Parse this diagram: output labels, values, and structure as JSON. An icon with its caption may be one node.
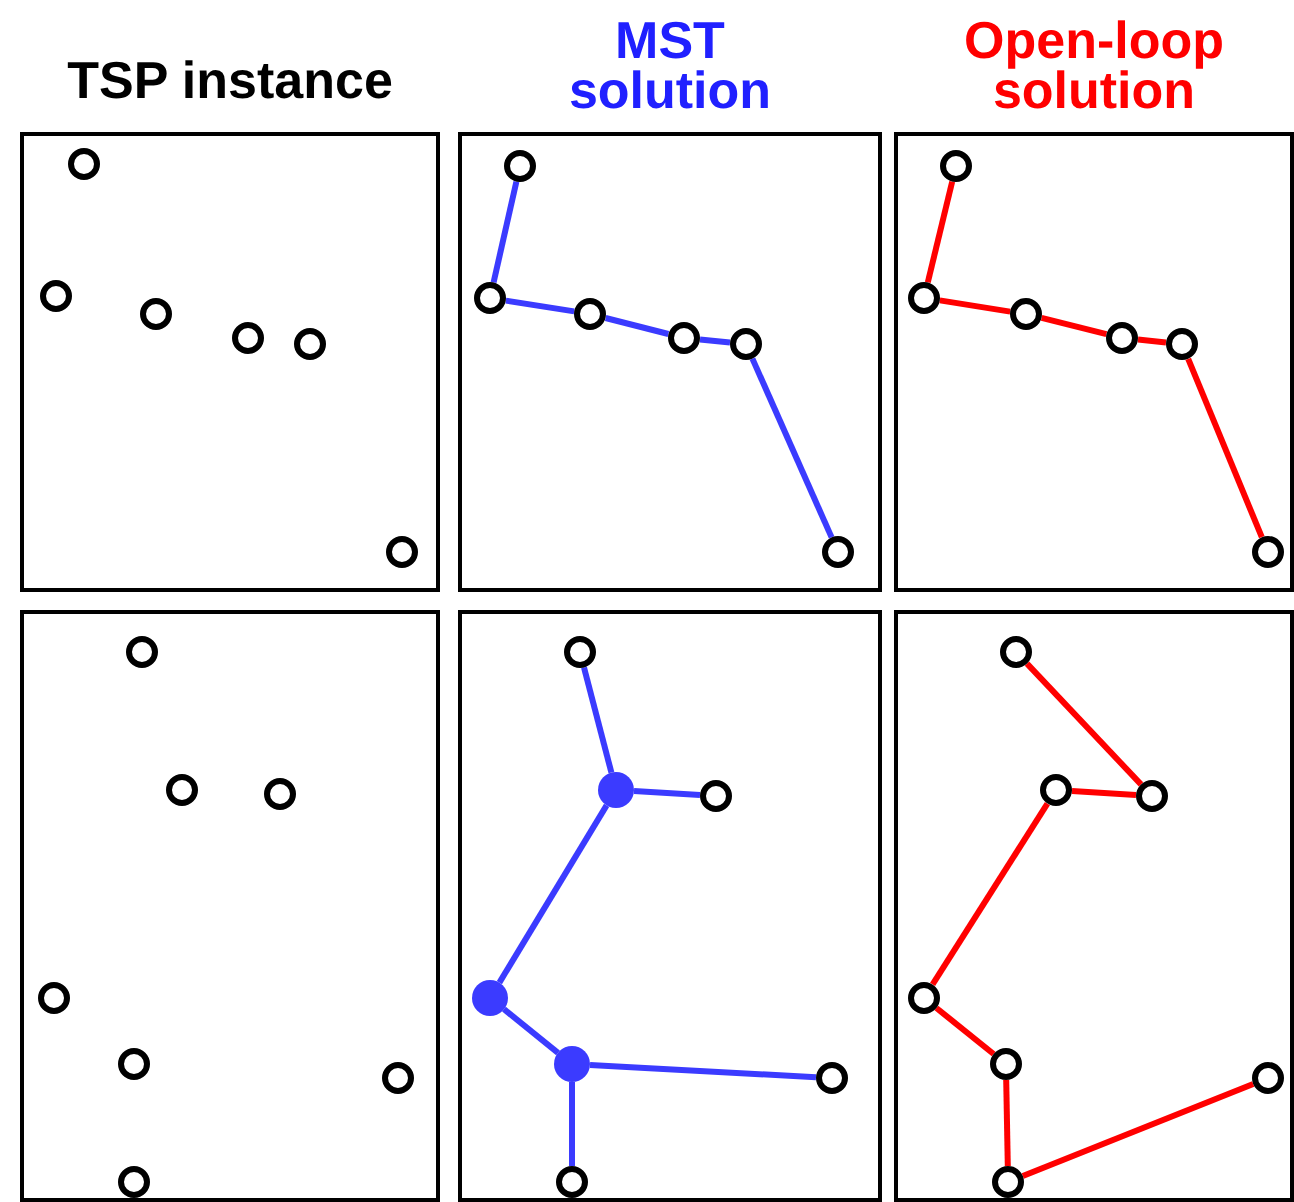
{
  "diagram": {
    "nodes": [
      {
        "text": [],
        "shape": "box"
      },
      {
        "text": [],
        "shape": "circle",
        "in": 0
      },
      {
        "text": [],
        "shape": "circle",
        "in": 0
      },
      {
        "text": [],
        "shape": "circle",
        "in": 0
      },
      {
        "text": [],
        "shape": "circle",
        "in": 0
      },
      {
        "text": [],
        "shape": "circle",
        "in": 0
      },
      {
        "text": [],
        "shape": "circle",
        "in": 0
      },
      {
        "text": [],
        "shape": "box"
      },
      {
        "text": [],
        "shape": "circle",
        "in": 7
      },
      {
        "text": [],
        "shape": "circle",
        "in": 7
      },
      {
        "text": [],
        "shape": "circle",
        "in": 7
      },
      {
        "text": [],
        "shape": "circle",
        "in": 7
      },
      {
        "text": [],
        "shape": "circle",
        "in": 7
      },
      {
        "text": [],
        "shape": "circle",
        "in": 7
      },
      {
        "text": [],
        "shape": "box"
      },
      {
        "text": [],
        "shape": "circle",
        "in": 14
      },
      {
        "text": [],
        "shape": "circle",
        "in": 14
      },
      {
        "text": [],
        "shape": "circle",
        "in": 14
      },
      {
        "text": [],
        "shape": "circle",
        "in": 14
      },
      {
        "text": [],
        "shape": "circle",
        "in": 14
      },
      {
        "text": [],
        "shape": "circle",
        "in": 14
      },
      {
        "text": [],
        "shape": "box"
      },
      {
        "text": [],
        "shape": "circle",
        "in": 21
      },
      {
        "text": [],
        "shape": "circle",
        "in": 21
      },
      {
        "text": [],
        "shape": "circle",
        "in": 21
      },
      {
        "text": [],
        "shape": "circle",
        "in": 21
      },
      {
        "text": [],
        "shape": "circle",
        "in": 21
      },
      {
        "text": [],
        "shape": "circle",
        "in": 21
      },
      {
        "text": [],
        "shape": "circle",
        "in": 21
      },
      {
        "text": [],
        "shape": "box"
      },
      {
        "text": [],
        "shape": "circle",
        "in": 29
      },
      {
        "text": [],
        "shape": "dot",
        "in": 29
      },
      {
        "text": [],
        "shape": "circle",
        "in": 29
      },
      {
        "text": [],
        "shape": "dot",
        "in": 29
      },
      {
        "text": [],
        "shape": "dot",
        "in": 29
      },
      {
        "text": [],
        "shape": "circle",
        "in": 29
      },
      {
        "text": [],
        "shape": "circle",
        "in": 29
      },
      {
        "text": [],
        "shape": "box"
      },
      {
        "text": [],
        "shape": "circle",
        "in": 37
      },
      {
        "text": [],
        "shape": "circle",
        "in": 37
      },
      {
        "text": [],
        "shape": "circle",
        "in": 37
      },
      {
        "text": [],
        "shape": "circle",
        "in": 37
      },
      {
        "text": [],
        "shape": "circle",
        "in": 37
      },
      {
        "text": [],
        "shape": "circle",
        "in": 37
      },
      {
        "text": [],
        "shape": "circle",
        "in": 37
      }
    ],
    "edges": [
      {
        "from": 8,
        "to": 9,
        "arrow": "none",
        "color": "#3b3bff"
      },
      {
        "from": 9,
        "to": 10,
        "arrow": "none",
        "color": "#3b3bff"
      },
      {
        "from": 10,
        "to": 11,
        "arrow": "none",
        "color": "#3b3bff"
      },
      {
        "from": 11,
        "to": 12,
        "arrow": "none",
        "color": "#3b3bff"
      },
      {
        "from": 12,
        "to": 13,
        "arrow": "none",
        "color": "#3b3bff"
      },
      {
        "from": 15,
        "to": 16,
        "arrow": "none",
        "color": "#ff0000"
      },
      {
        "from": 16,
        "to": 17,
        "arrow": "none",
        "color": "#ff0000"
      },
      {
        "from": 17,
        "to": 18,
        "arrow": "none",
        "color": "#ff0000"
      },
      {
        "from": 18,
        "to": 19,
        "arrow": "none",
        "color": "#ff0000"
      },
      {
        "from": 19,
        "to": 20,
        "arrow": "none",
        "color": "#ff0000"
      },
      {
        "from": 30,
        "to": 31,
        "arrow": "none",
        "color": "#3b3bff"
      },
      {
        "from": 31,
        "to": 32,
        "arrow": "none",
        "color": "#3b3bff"
      },
      {
        "from": 31,
        "to": 33,
        "arrow": "none",
        "color": "#3b3bff"
      },
      {
        "from": 33,
        "to": 34,
        "arrow": "none",
        "color": "#3b3bff"
      },
      {
        "from": 34,
        "to": 35,
        "arrow": "none",
        "color": "#3b3bff"
      },
      {
        "from": 34,
        "to": 36,
        "arrow": "none",
        "color": "#3b3bff"
      },
      {
        "from": 38,
        "to": 40,
        "arrow": "none",
        "color": "#ff0000"
      },
      {
        "from": 40,
        "to": 39,
        "arrow": "none",
        "color": "#ff0000"
      },
      {
        "from": 39,
        "to": 41,
        "arrow": "none",
        "color": "#ff0000"
      },
      {
        "from": 41,
        "to": 42,
        "arrow": "none",
        "color": "#ff0000"
      },
      {
        "from": 42,
        "to": 44,
        "arrow": "none",
        "color": "#ff0000"
      },
      {
        "from": 44,
        "to": 43,
        "arrow": "none",
        "color": "#ff0000"
      }
    ],
    "labels": [
      "TSP instance",
      "MST solution",
      "Open-loop solution"
    ]
  }
}
